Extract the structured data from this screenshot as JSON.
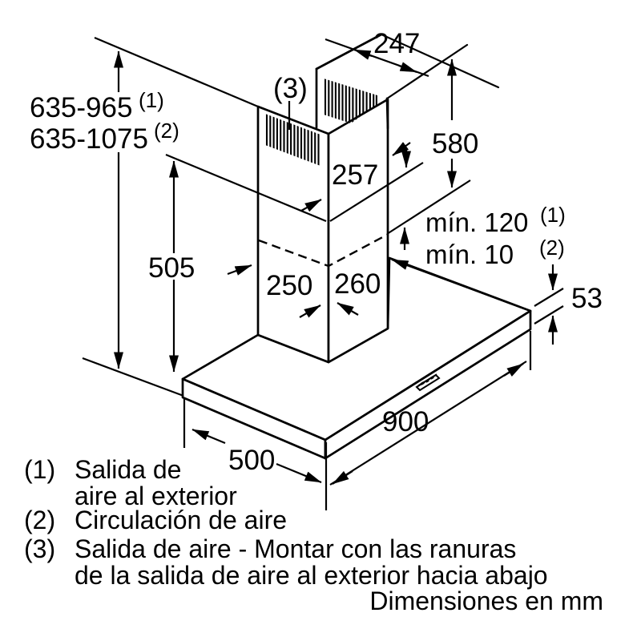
{
  "diagram": {
    "dims": {
      "height_range_1": "635-965",
      "height_range_1_ref": "(1)",
      "height_range_2": "635-1075",
      "height_range_2_ref": "(2)",
      "top_width": "247",
      "upper_duct_height": "580",
      "upper_duct_width": "257",
      "lower_duct_height": "505",
      "min_clearance_1": "mín. 120",
      "min_clearance_1_ref": "(1)",
      "min_clearance_2": "mín. 10",
      "min_clearance_2_ref": "(2)",
      "base_depth_left": "250",
      "base_width_right": "260",
      "canopy_thickness": "53",
      "canopy_width": "900",
      "canopy_depth": "500",
      "vent_callout": "(3)"
    },
    "legend": {
      "item1_num": "(1)",
      "item1_line1": "Salida de",
      "item1_line2": "aire al exterior",
      "item2_num": "(2)",
      "item2_text": "Circulación de aire",
      "item3_num": "(3)",
      "item3_line1": "Salida de aire - Montar con las ranuras",
      "item3_line2": "de la salida de aire al exterior hacia abajo",
      "footer": "Dimensiones en mm"
    },
    "colors": {
      "ink": "#000000",
      "paper": "#ffffff"
    }
  }
}
